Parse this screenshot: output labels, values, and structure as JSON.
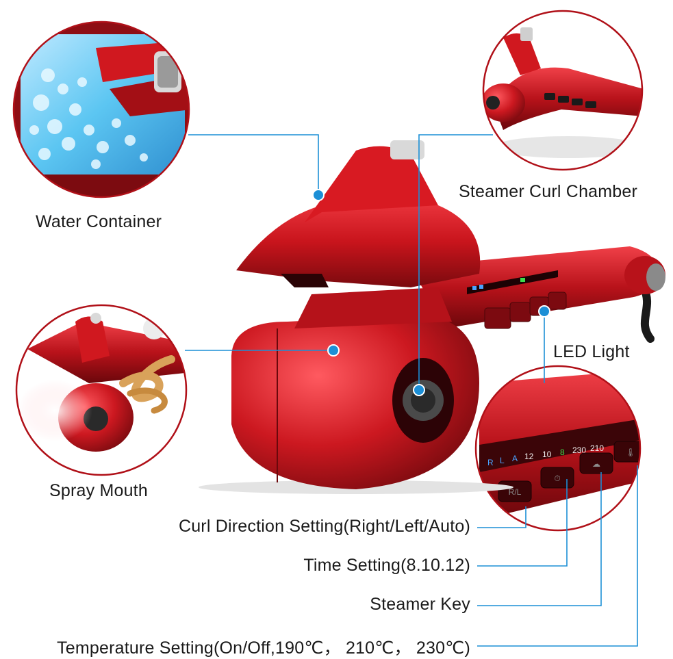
{
  "colors": {
    "product_red": "#c8141c",
    "product_dark": "#7a0a0e",
    "callout_blue": "#1c8fd6",
    "circle_border": "#b01018",
    "led_green": "#3ddc4a",
    "led_blue": "#4aa3ff"
  },
  "callouts": {
    "water_container": "Water Container",
    "steamer_curl_chamber": "Steamer Curl Chamber",
    "led_light": "LED Light",
    "spray_mouth": "Spray Mouth",
    "curl_direction": "Curl Direction Setting(Right/Left/Auto)",
    "time_setting": "Time Setting(8.10.12)",
    "steamer_key": "Steamer Key",
    "temperature_setting": "Temperature Setting(On/Off,190℃， 210℃， 230℃)"
  },
  "panel_display": {
    "segments": [
      "R",
      "L",
      "A",
      "12",
      "10",
      "8",
      "230",
      "210"
    ],
    "button_glyphs": [
      "R/L",
      "⏱",
      "☁",
      "🌡"
    ]
  },
  "icons": {
    "connector_dot": "callout-dot-icon",
    "heat_icon": "thermometer-icon"
  }
}
